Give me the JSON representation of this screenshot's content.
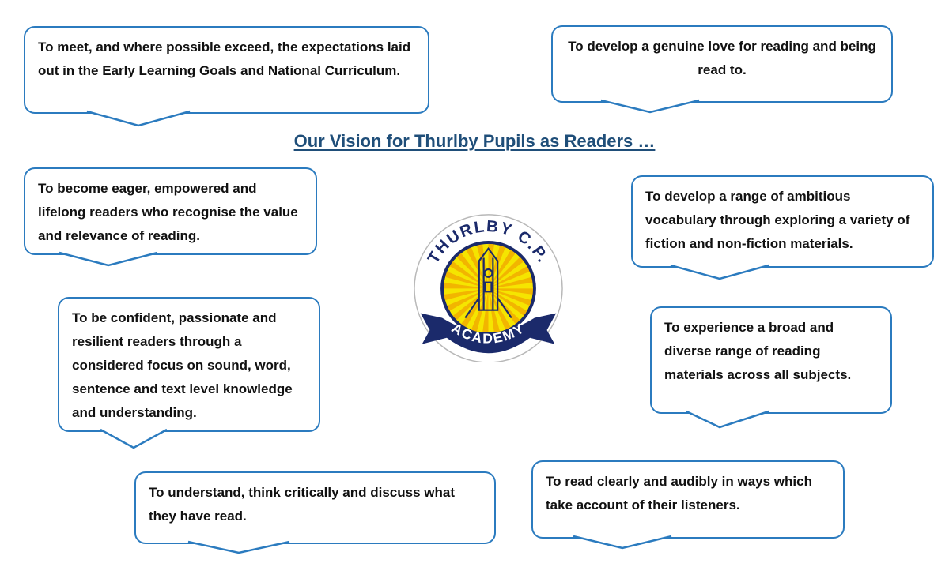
{
  "title": "Our Vision for Thurlby Pupils as Readers …",
  "logo": {
    "top_text": "THURLBY C.P.",
    "bottom_text": "ACADEMY"
  },
  "bubbles": [
    {
      "text": "To meet, and where possible exceed, the expectations laid out in the Early Learning Goals and National Curriculum."
    },
    {
      "text": "To develop a genuine love for reading and being read to."
    },
    {
      "text": "To become eager, empowered and lifelong readers who recognise the value and relevance of reading."
    },
    {
      "text": "To develop a range of ambitious vocabulary through exploring a variety of fiction and non-fiction materials."
    },
    {
      "text": "To be confident, passionate and resilient readers through a considered focus on sound, word, sentence and text level knowledge and understanding."
    },
    {
      "text": "To experience a broad and diverse range of reading materials across all subjects."
    },
    {
      "text": "To understand, think critically and discuss what they have read."
    },
    {
      "text": "To read clearly and audibly in ways which take account of their listeners."
    }
  ],
  "colors": {
    "bubble_border": "#2b7bbf",
    "title": "#1f4e79",
    "logo_navy": "#1b2a6b",
    "logo_yellow": "#f5e500",
    "logo_orange": "#f0a500"
  }
}
